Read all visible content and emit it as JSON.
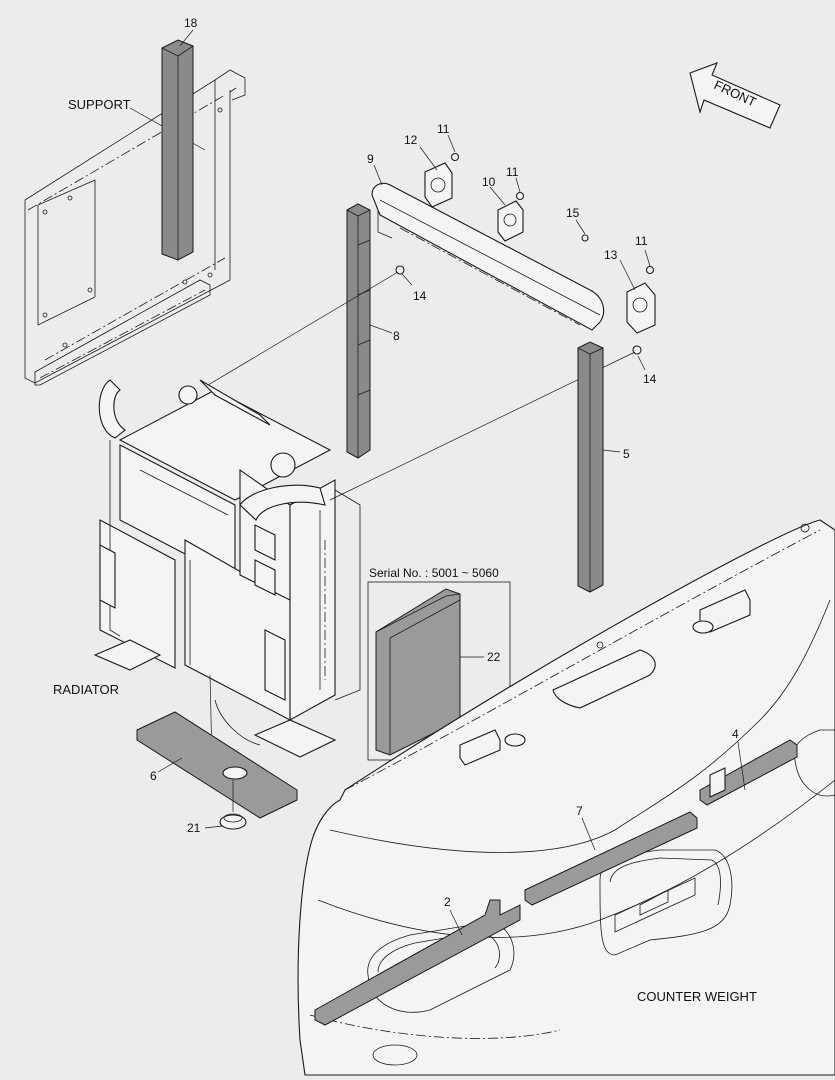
{
  "direction": {
    "label": "FRONT"
  },
  "sections": {
    "support": "SUPPORT",
    "radiator": "RADIATOR",
    "counter_weight": "COUNTER WEIGHT"
  },
  "serial_box": {
    "text": "Serial No. : 5001 ~ 5060"
  },
  "callouts": {
    "c18": "18",
    "c12": "12",
    "c11a": "11",
    "c9": "9",
    "c10": "10",
    "c11b": "11",
    "c15": "15",
    "c11c": "11",
    "c13": "13",
    "c14a": "14",
    "c8": "8",
    "c14b": "14",
    "c5": "5",
    "c22": "22",
    "c6": "6",
    "c21": "21",
    "c4": "4",
    "c7": "7",
    "c2": "2"
  }
}
